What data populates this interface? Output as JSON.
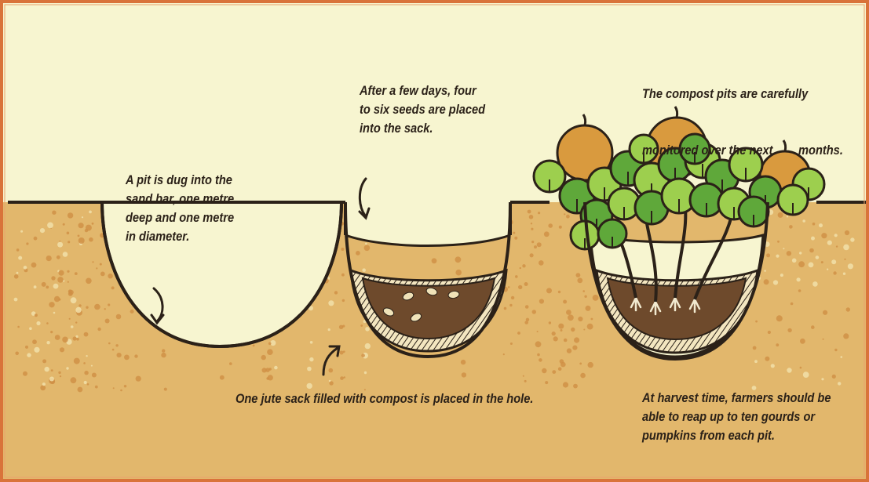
{
  "colors": {
    "frame": "#d9733a",
    "sky": "#f7f5d0",
    "soil": "#e2b76c",
    "soil_speckle": "#cf8f45",
    "soil_light_speckle": "#f3e2ae",
    "outline": "#2b2118",
    "compost": "#6e4a2c",
    "seed": "#efe2b8",
    "leaf_dark": "#5fa83a",
    "leaf_light": "#9dcf4e",
    "pumpkin": "#d99a3e",
    "root": "#f2ead0"
  },
  "icons": [
    "curved-arrow-icon",
    "seed-icon",
    "leaf-icon",
    "pumpkin-icon",
    "jute-sack-icon"
  ],
  "captions": {
    "step1": [
      "A pit is dug into the",
      "sand bar, one metre",
      "deep and one metre",
      "in diameter."
    ],
    "step2": [
      "After a few days, four",
      "to six seeds are placed",
      "into the sack."
    ],
    "step3": [
      "The compost pits are carefully",
      "monitored over the next        months."
    ],
    "sack": [
      "One jute sack filled with compost is placed in the hole."
    ],
    "harvest": [
      "At harvest time, farmers should be",
      "able to reap up to ten gourds or",
      "pumpkins from each pit."
    ]
  }
}
